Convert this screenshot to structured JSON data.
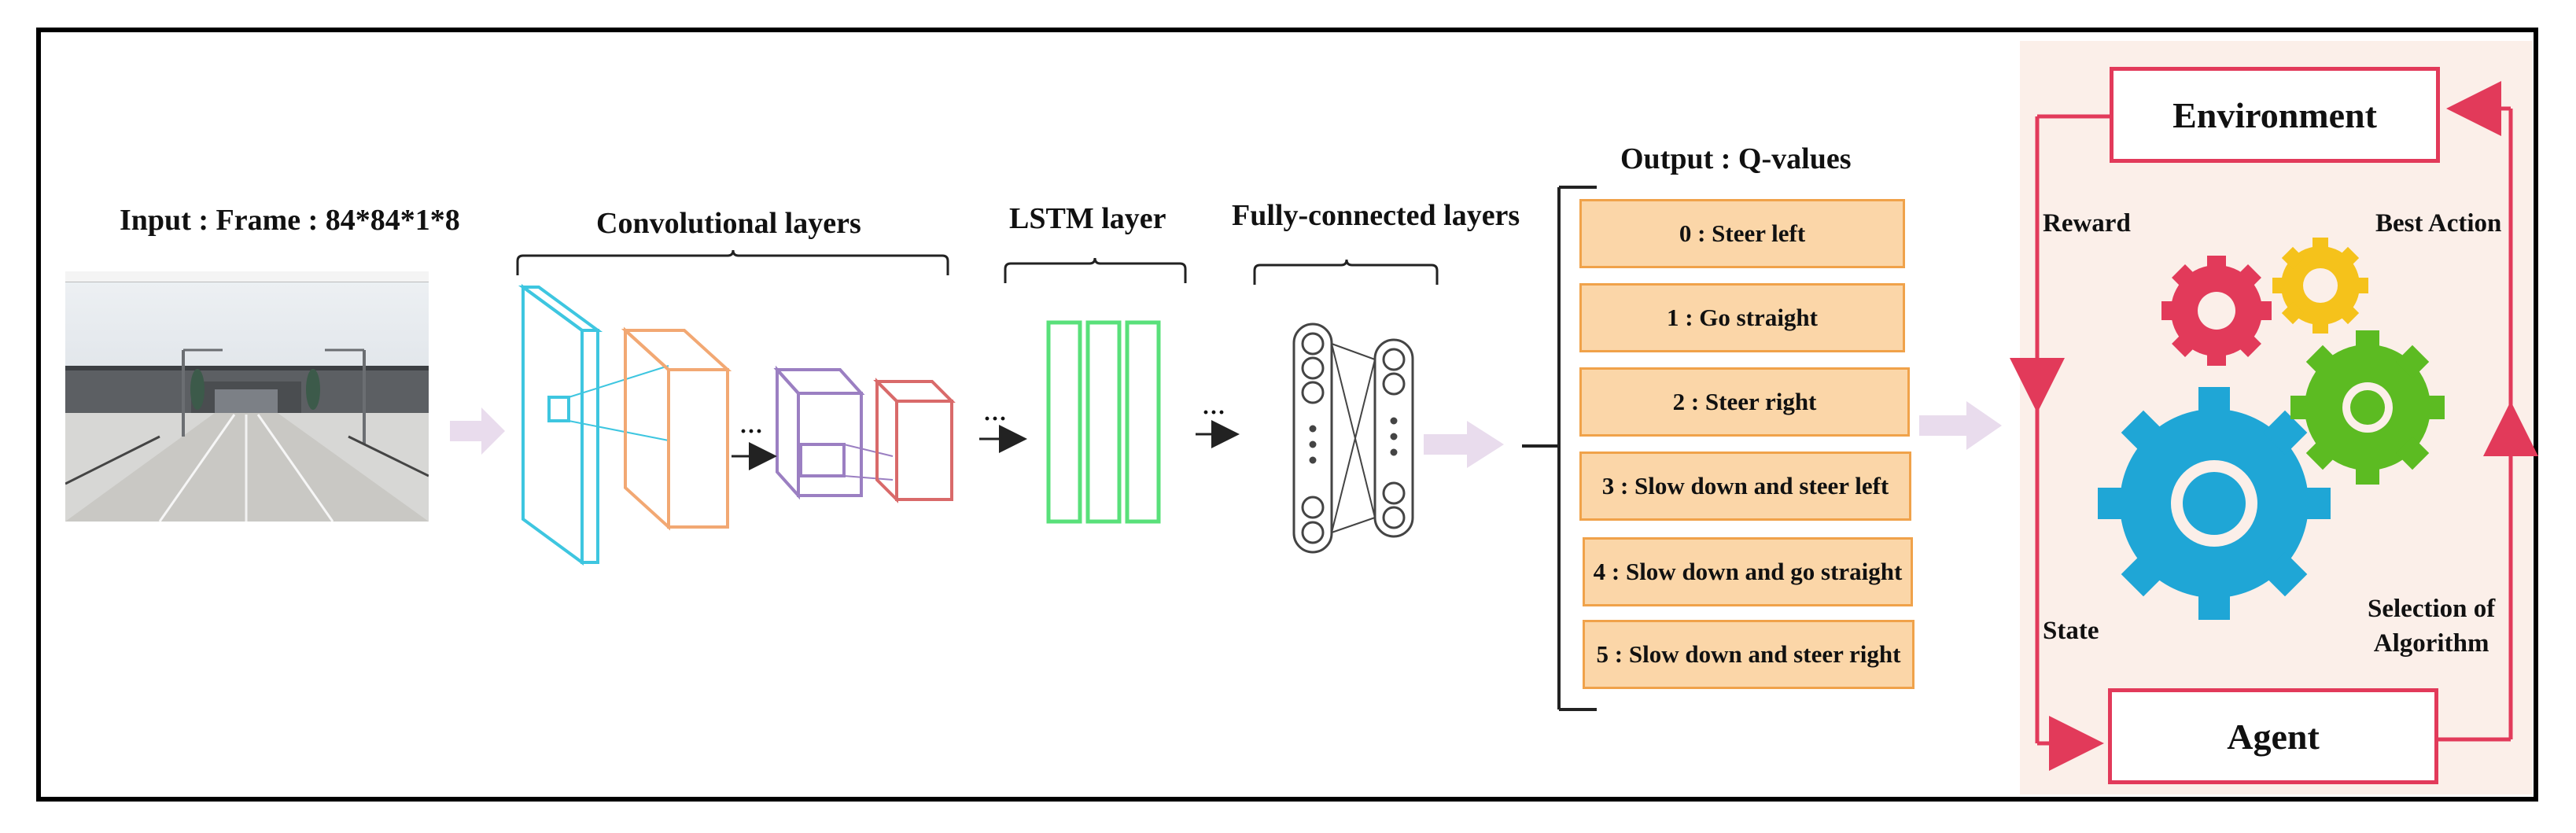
{
  "input": {
    "label": "Input : Frame : 84*84*1*8"
  },
  "conv": {
    "label": "Convolutional layers"
  },
  "lstm": {
    "label": "LSTM layer"
  },
  "fc": {
    "label": "Fully-connected layers"
  },
  "output": {
    "label": "Output : Q-values",
    "items": [
      "0 : Steer left",
      "1 : Go straight",
      "2 : Steer right",
      "3 : Slow down and steer left",
      "4 : Slow down and go straight",
      "5 : Slow down and steer right"
    ]
  },
  "rl": {
    "environment": "Environment",
    "agent": "Agent",
    "reward": "Reward",
    "best_action": "Best Action",
    "state": "State",
    "selection": "Selection of\nAlgorithm"
  },
  "ellipsis": "···",
  "colors": {
    "accent_red": "#e23a5a",
    "q_fill": "#fbd6a8",
    "q_border": "#f0a24a",
    "conv1": "#3ec6e0",
    "conv2": "#f2a873",
    "conv3": "#9b7fc2",
    "conv4": "#d96a6a",
    "lstm": "#59e07a",
    "flow_arrow": "#e9dced"
  }
}
